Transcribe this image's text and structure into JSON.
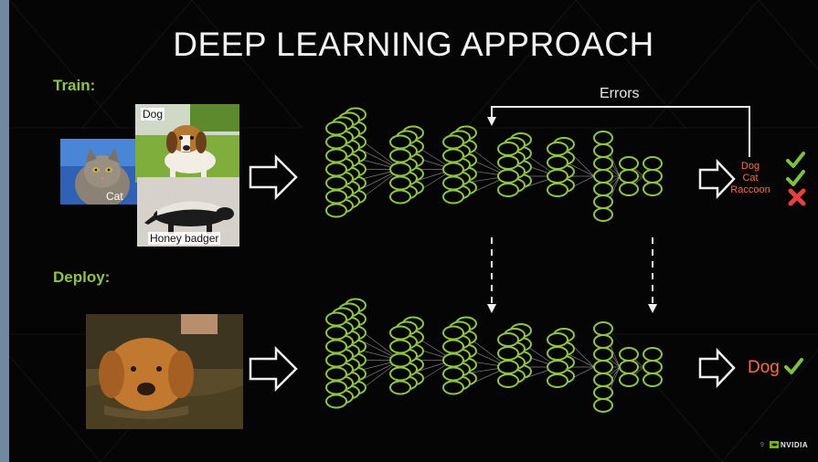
{
  "slide": {
    "title": "DEEP LEARNING APPROACH",
    "train_label": "Train:",
    "deploy_label": "Deploy:",
    "errors_label": "Errors",
    "train_images": [
      {
        "caption": "Cat",
        "subject": "cat"
      },
      {
        "caption": "Dog",
        "subject": "beagle"
      },
      {
        "caption": "Honey badger",
        "subject": "honey badger"
      }
    ],
    "train_outputs": [
      "Dog",
      "Cat",
      "Raccoon"
    ],
    "train_results": [
      "check",
      "check",
      "cross"
    ],
    "deploy_output": "Dog",
    "deploy_result": "check",
    "page_number": "9",
    "brand": "NVIDIA",
    "colors": {
      "accent_green": "#8ec63f",
      "output_orange": "#ff6a3d",
      "cross_red": "#e8403a",
      "background": "#050505"
    }
  }
}
